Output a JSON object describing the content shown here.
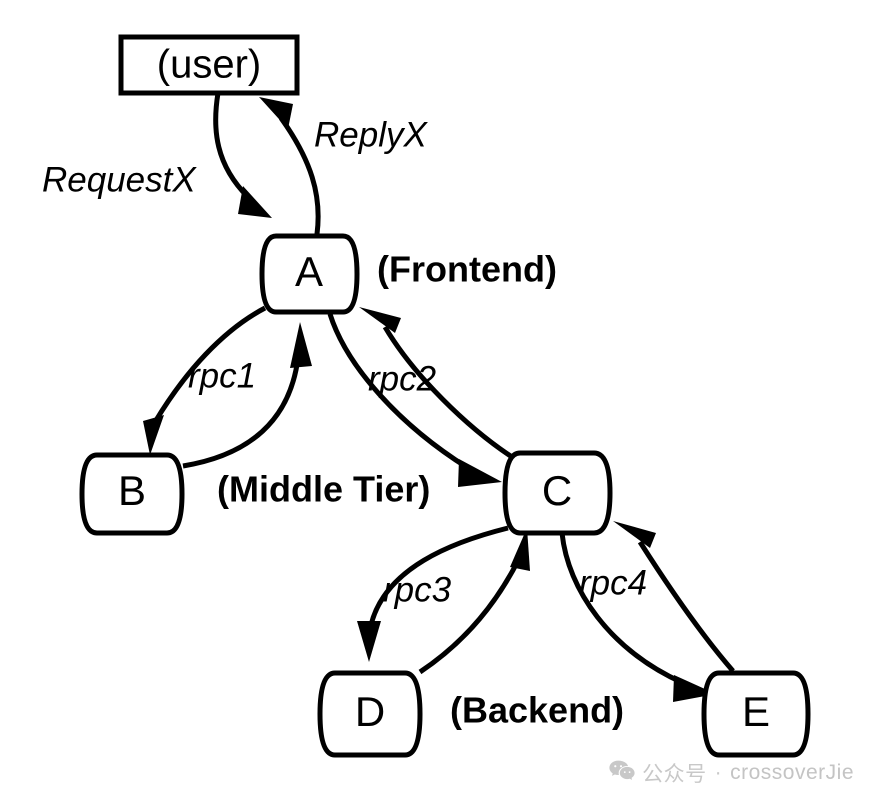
{
  "diagram": {
    "type": "rpc-call-graph",
    "nodes": [
      {
        "id": "user",
        "label": "(user)",
        "shape": "rectangle"
      },
      {
        "id": "A",
        "label": "A",
        "shape": "barrel"
      },
      {
        "id": "B",
        "label": "B",
        "shape": "barrel"
      },
      {
        "id": "C",
        "label": "C",
        "shape": "barrel"
      },
      {
        "id": "D",
        "label": "D",
        "shape": "barrel"
      },
      {
        "id": "E",
        "label": "E",
        "shape": "barrel"
      }
    ],
    "tier_labels": [
      {
        "id": "frontend",
        "text": "(Frontend)"
      },
      {
        "id": "middle-tier",
        "text": "(Middle Tier)"
      },
      {
        "id": "backend",
        "text": "(Backend)"
      }
    ],
    "edges": [
      {
        "id": "request-x",
        "from": "user",
        "to": "A",
        "label": "RequestX"
      },
      {
        "id": "reply-x",
        "from": "A",
        "to": "user",
        "label": "ReplyX"
      },
      {
        "id": "rpc1-out",
        "from": "A",
        "to": "B",
        "label": "rpc1"
      },
      {
        "id": "rpc1-in",
        "from": "B",
        "to": "A",
        "label": ""
      },
      {
        "id": "rpc2-out",
        "from": "A",
        "to": "C",
        "label": "rpc2"
      },
      {
        "id": "rpc2-in",
        "from": "C",
        "to": "A",
        "label": ""
      },
      {
        "id": "rpc3-out",
        "from": "C",
        "to": "D",
        "label": "rpc3"
      },
      {
        "id": "rpc3-in",
        "from": "D",
        "to": "C",
        "label": ""
      },
      {
        "id": "rpc4-out",
        "from": "C",
        "to": "E",
        "label": "rpc4"
      },
      {
        "id": "rpc4-in",
        "from": "E",
        "to": "C",
        "label": ""
      }
    ],
    "colors": {
      "stroke": "#000000",
      "fill": "#ffffff",
      "background": "#ffffff",
      "watermark": "#c8c8c8"
    }
  },
  "watermark": {
    "icon": "wechat-icon",
    "account_label": "公众号",
    "separator": "·",
    "name": "crossoverJie"
  }
}
